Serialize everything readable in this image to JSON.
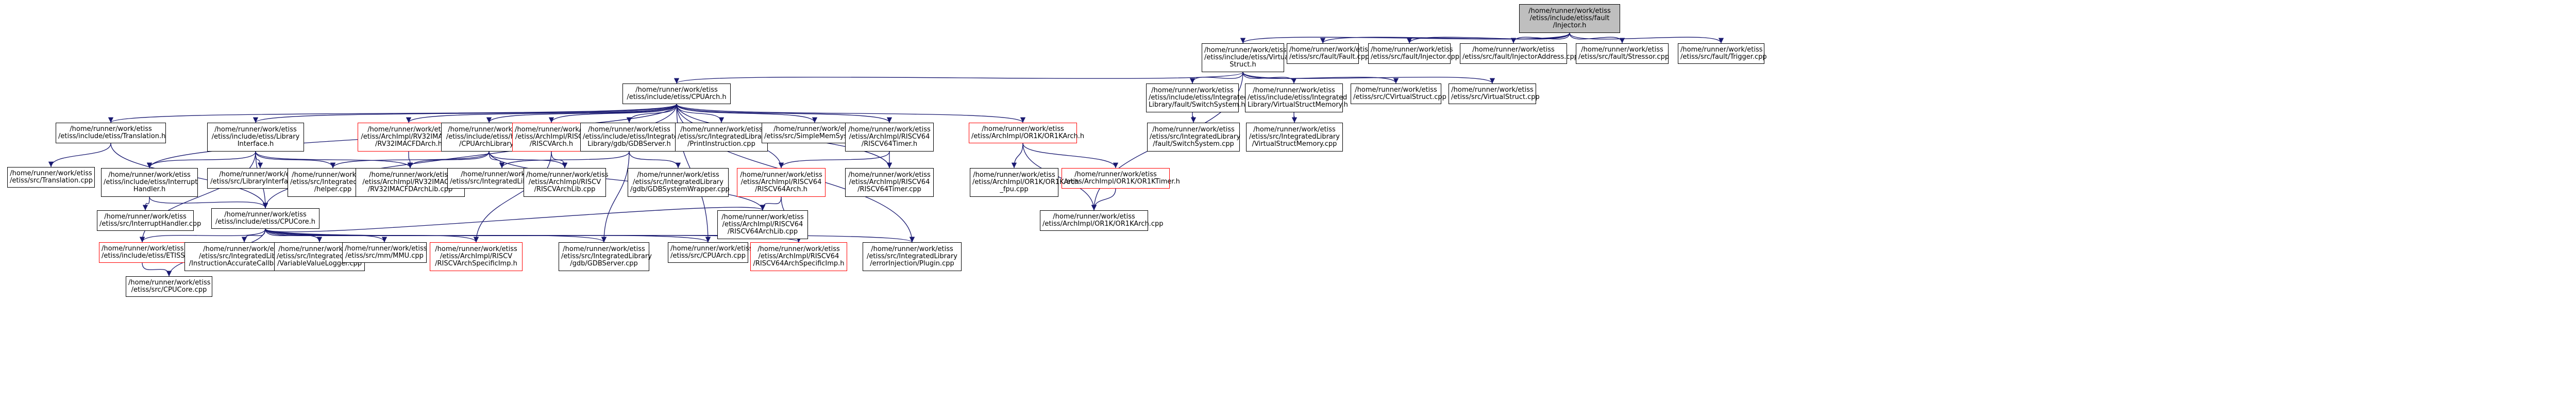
{
  "diagram": {
    "colors": {
      "edge": "#191970",
      "root_fill": "#bfbfbf",
      "highlight_border": "#ff0000",
      "border": "#000000"
    },
    "nodes": [
      {
        "id": "root",
        "lines": [
          "/home/runner/work/etiss",
          "/etiss/include/etiss/fault",
          "/Injector.h"
        ],
        "style": "root"
      },
      {
        "id": "vstruct_h",
        "lines": [
          "/home/runner/work/etiss",
          "/etiss/include/etiss/Virtual",
          "Struct.h"
        ]
      },
      {
        "id": "fault_cpp",
        "lines": [
          "/home/runner/work/etiss",
          "/etiss/src/fault/Fault.cpp"
        ]
      },
      {
        "id": "injector_cpp",
        "lines": [
          "/home/runner/work/etiss",
          "/etiss/src/fault/Injector.cpp"
        ]
      },
      {
        "id": "injaddr_cpp",
        "lines": [
          "/home/runner/work/etiss",
          "/etiss/src/fault/InjectorAddress.cpp"
        ]
      },
      {
        "id": "stressor_cpp",
        "lines": [
          "/home/runner/work/etiss",
          "/etiss/src/fault/Stressor.cpp"
        ]
      },
      {
        "id": "trigger_cpp",
        "lines": [
          "/home/runner/work/etiss",
          "/etiss/src/fault/Trigger.cpp"
        ]
      },
      {
        "id": "cpuarch_h",
        "lines": [
          "/home/runner/work/etiss",
          "/etiss/include/etiss/CPUArch.h"
        ]
      },
      {
        "id": "faultswitch_h",
        "lines": [
          "/home/runner/work/etiss",
          "/etiss/include/etiss/Integrated",
          "Library/fault/SwitchSystem.h"
        ]
      },
      {
        "id": "vsmem_h",
        "lines": [
          "/home/runner/work/etiss",
          "/etiss/include/etiss/Integrated",
          "Library/VirtualStructMemory.h"
        ]
      },
      {
        "id": "cvstruct_cpp",
        "lines": [
          "/home/runner/work/etiss",
          "/etiss/src/CVirtualStruct.cpp"
        ]
      },
      {
        "id": "vstruct_cpp",
        "lines": [
          "/home/runner/work/etiss",
          "/etiss/src/VirtualStruct.cpp"
        ]
      },
      {
        "id": "faultswitch_cpp",
        "lines": [
          "/home/runner/work/etiss",
          "/etiss/src/IntegratedLibrary",
          "/fault/SwitchSystem.cpp"
        ]
      },
      {
        "id": "vsmem_cpp",
        "lines": [
          "/home/runner/work/etiss",
          "/etiss/src/IntegratedLibrary",
          "/VirtualStructMemory.cpp"
        ]
      },
      {
        "id": "translation_h",
        "lines": [
          "/home/runner/work/etiss",
          "/etiss/include/etiss/Translation.h"
        ]
      },
      {
        "id": "libiface_h",
        "lines": [
          "/home/runner/work/etiss",
          "/etiss/include/etiss/Library",
          "Interface.h"
        ]
      },
      {
        "id": "rv32fd_h",
        "lines": [
          "/home/runner/work/etiss",
          "/etiss/ArchImpl/RV32IMACFD",
          "/RV32IMACFDArch.h"
        ],
        "style": "red"
      },
      {
        "id": "helper_h",
        "lines": [
          "/home/runner/work/etiss",
          "/etiss/include/etiss/helper",
          "/CPUArchLibrary.h"
        ]
      },
      {
        "id": "riscvarch_h",
        "lines": [
          "/home/runner/work/etiss",
          "/etiss/ArchImpl/RISCV",
          "/RISCVArch.h"
        ],
        "style": "red"
      },
      {
        "id": "gdbserver_h",
        "lines": [
          "/home/runner/work/etiss",
          "/etiss/include/etiss/Integrated",
          "Library/gdb/GDBServer.h"
        ]
      },
      {
        "id": "printinstr_cpp",
        "lines": [
          "/home/runner/work/etiss",
          "/etiss/src/IntegratedLibrary",
          "/PrintInstruction.cpp"
        ]
      },
      {
        "id": "simplemem_cpp",
        "lines": [
          "/home/runner/work/etiss",
          "/etiss/src/SimpleMemSystem.cpp"
        ]
      },
      {
        "id": "rv64timer_h",
        "lines": [
          "/home/runner/work/etiss",
          "/etiss/ArchImpl/RISCV64",
          "/RISCV64Timer.h"
        ]
      },
      {
        "id": "or1karch_h",
        "lines": [
          "/home/runner/work/etiss",
          "/etiss/ArchImpl/OR1K/OR1KArch.h"
        ],
        "style": "red"
      },
      {
        "id": "translation_cpp",
        "lines": [
          "/home/runner/work/etiss",
          "/etiss/src/Translation.cpp"
        ]
      },
      {
        "id": "interrupt_h",
        "lines": [
          "/home/runner/work/etiss",
          "/etiss/include/etiss/Interrupt",
          "Handler.h"
        ]
      },
      {
        "id": "libiface_cpp",
        "lines": [
          "/home/runner/work/etiss",
          "/etiss/src/LibraryInterface.cpp"
        ]
      },
      {
        "id": "helper_cpp",
        "lines": [
          "/home/runner/work/etiss",
          "/etiss/src/IntegratedLibrary",
          "/helper.cpp"
        ]
      },
      {
        "id": "rv32fdlib_cpp",
        "lines": [
          "/home/runner/work/etiss",
          "/etiss/ArchImpl/RV32IMACFD",
          "/RV32IMACFDArchLib.cpp"
        ]
      },
      {
        "id": "intlib_cpp",
        "lines": [
          "/home/runner/work/etiss",
          "/etiss/src/IntegratedLibrary.cpp"
        ]
      },
      {
        "id": "riscvlib_cpp",
        "lines": [
          "/home/runner/work/etiss",
          "/etiss/ArchImpl/RISCV",
          "/RISCVArchLib.cpp"
        ]
      },
      {
        "id": "gdbwrap_cpp",
        "lines": [
          "/home/runner/work/etiss",
          "/etiss/src/IntegratedLibrary",
          "/gdb/GDBSystemWrapper.cpp"
        ]
      },
      {
        "id": "rv64arch_h",
        "lines": [
          "/home/runner/work/etiss",
          "/etiss/ArchImpl/RISCV64",
          "/RISCV64Arch.h"
        ],
        "style": "red"
      },
      {
        "id": "rv64timer_cpp",
        "lines": [
          "/home/runner/work/etiss",
          "/etiss/ArchImpl/RISCV64",
          "/RISCV64Timer.cpp"
        ]
      },
      {
        "id": "or1ktimer_h",
        "lines": [
          "/home/runner/work/etiss",
          "/etiss/ArchImpl/OR1K/OR1KTimer.h"
        ],
        "style": "red"
      },
      {
        "id": "or1kgpu_cpp",
        "lines": [
          "/home/runner/work/etiss",
          "/etiss/ArchImpl/OR1K/OR1KArch",
          "_fpu.cpp"
        ]
      },
      {
        "id": "interrupt_cpp",
        "lines": [
          "/home/runner/work/etiss",
          "/etiss/src/InterruptHandler.cpp"
        ]
      },
      {
        "id": "rv64lib_cpp",
        "lines": [
          "/home/runner/work/etiss",
          "/etiss/ArchImpl/RISCV64",
          "/RISCV64ArchLib.cpp"
        ]
      },
      {
        "id": "cpucore_h",
        "lines": [
          "/home/runner/work/etiss",
          "/etiss/include/etiss/CPUCore.h"
        ]
      },
      {
        "id": "or1karch_cpp",
        "lines": [
          "/home/runner/work/etiss",
          "/etiss/ArchImpl/OR1K/OR1KArch.cpp"
        ]
      },
      {
        "id": "etiss_h",
        "lines": [
          "/home/runner/work/etiss",
          "/etiss/include/etiss/ETISS.h"
        ],
        "style": "red"
      },
      {
        "id": "instracc_cpp",
        "lines": [
          "/home/runner/work/etiss",
          "/etiss/src/IntegratedLibrary",
          "/InstructionAccurateCallback.cpp"
        ]
      },
      {
        "id": "varval_cpp",
        "lines": [
          "/home/runner/work/etiss",
          "/etiss/src/IntegratedLibrary",
          "/VariableValueLogger.cpp"
        ]
      },
      {
        "id": "mmu_cpp",
        "lines": [
          "/home/runner/work/etiss",
          "/etiss/src/mm/MMU.cpp"
        ]
      },
      {
        "id": "riscvspec_cpp",
        "lines": [
          "/home/runner/work/etiss",
          "/etiss/ArchImpl/RISCV",
          "/RISCVArchSpecificImp.h"
        ],
        "style": "red"
      },
      {
        "id": "gdbserver_cpp",
        "lines": [
          "/home/runner/work/etiss",
          "/etiss/src/IntegratedLibrary",
          "/gdb/GDBServer.cpp"
        ]
      },
      {
        "id": "cpuarch_cpp",
        "lines": [
          "/home/runner/work/etiss",
          "/etiss/src/CPUArch.cpp"
        ]
      },
      {
        "id": "rv64spec_h",
        "lines": [
          "/home/runner/work/etiss",
          "/etiss/ArchImpl/RISCV64",
          "/RISCV64ArchSpecificImp.h"
        ],
        "style": "red"
      },
      {
        "id": "errinj_cpp",
        "lines": [
          "/home/runner/work/etiss",
          "/etiss/src/IntegratedLibrary",
          "/errorInjection/Plugin.cpp"
        ]
      },
      {
        "id": "cpucore_cpp",
        "lines": [
          "/home/runner/work/etiss",
          "/etiss/src/CPUCore.cpp"
        ]
      }
    ],
    "edges": [
      [
        "root",
        "vstruct_h"
      ],
      [
        "root",
        "fault_cpp"
      ],
      [
        "root",
        "injector_cpp"
      ],
      [
        "root",
        "injaddr_cpp"
      ],
      [
        "root",
        "stressor_cpp"
      ],
      [
        "root",
        "trigger_cpp"
      ],
      [
        "vstruct_h",
        "cpuarch_h"
      ],
      [
        "vstruct_h",
        "faultswitch_h"
      ],
      [
        "vstruct_h",
        "vsmem_h"
      ],
      [
        "vstruct_h",
        "cvstruct_cpp"
      ],
      [
        "vstruct_h",
        "vstruct_cpp"
      ],
      [
        "vstruct_h",
        "or1karch_cpp"
      ],
      [
        "faultswitch_h",
        "faultswitch_cpp"
      ],
      [
        "vsmem_h",
        "vsmem_cpp"
      ],
      [
        "cpuarch_h",
        "translation_h"
      ],
      [
        "cpuarch_h",
        "libiface_h"
      ],
      [
        "cpuarch_h",
        "rv32fd_h"
      ],
      [
        "cpuarch_h",
        "helper_h"
      ],
      [
        "cpuarch_h",
        "riscvarch_h"
      ],
      [
        "cpuarch_h",
        "gdbserver_h"
      ],
      [
        "cpuarch_h",
        "printinstr_cpp"
      ],
      [
        "cpuarch_h",
        "simplemem_cpp"
      ],
      [
        "cpuarch_h",
        "rv64timer_h"
      ],
      [
        "cpuarch_h",
        "or1karch_h"
      ],
      [
        "cpuarch_h",
        "rv64arch_h"
      ],
      [
        "cpuarch_h",
        "cpucore_h"
      ],
      [
        "cpuarch_h",
        "interrupt_h"
      ],
      [
        "cpuarch_h",
        "cpuarch_cpp"
      ],
      [
        "cpuarch_h",
        "errinj_cpp"
      ],
      [
        "cpuarch_h",
        "rv64timer_cpp"
      ],
      [
        "translation_h",
        "translation_cpp"
      ],
      [
        "translation_h",
        "cpucore_h"
      ],
      [
        "libiface_h",
        "interrupt_h"
      ],
      [
        "libiface_h",
        "libiface_cpp"
      ],
      [
        "libiface_h",
        "helper_cpp"
      ],
      [
        "libiface_h",
        "rv32fdlib_cpp"
      ],
      [
        "libiface_h",
        "cpucore_h"
      ],
      [
        "libiface_h",
        "etiss_h"
      ],
      [
        "rv32fd_h",
        "rv32fdlib_cpp"
      ],
      [
        "helper_h",
        "helper_cpp"
      ],
      [
        "helper_h",
        "rv32fdlib_cpp"
      ],
      [
        "helper_h",
        "intlib_cpp"
      ],
      [
        "helper_h",
        "riscvlib_cpp"
      ],
      [
        "helper_h",
        "rv64lib_cpp"
      ],
      [
        "riscvarch_h",
        "riscvlib_cpp"
      ],
      [
        "riscvarch_h",
        "riscvspec_cpp"
      ],
      [
        "gdbserver_h",
        "intlib_cpp"
      ],
      [
        "gdbserver_h",
        "gdbwrap_cpp"
      ],
      [
        "gdbserver_h",
        "gdbserver_cpp"
      ],
      [
        "rv64timer_h",
        "rv64timer_cpp"
      ],
      [
        "rv64timer_h",
        "rv64arch_h"
      ],
      [
        "rv64arch_h",
        "rv64lib_cpp"
      ],
      [
        "rv64arch_h",
        "rv64spec_h"
      ],
      [
        "or1karch_h",
        "or1ktimer_h"
      ],
      [
        "or1karch_h",
        "or1kgpu_cpp"
      ],
      [
        "or1karch_h",
        "or1karch_cpp"
      ],
      [
        "or1ktimer_h",
        "or1karch_cpp"
      ],
      [
        "interrupt_h",
        "interrupt_cpp"
      ],
      [
        "interrupt_h",
        "cpucore_h"
      ],
      [
        "cpucore_h",
        "etiss_h"
      ],
      [
        "cpucore_h",
        "instracc_cpp"
      ],
      [
        "cpucore_h",
        "varval_cpp"
      ],
      [
        "cpucore_h",
        "mmu_cpp"
      ],
      [
        "cpucore_h",
        "riscvspec_cpp"
      ],
      [
        "cpucore_h",
        "gdbserver_cpp"
      ],
      [
        "cpucore_h",
        "cpuarch_cpp"
      ],
      [
        "cpucore_h",
        "rv64spec_h"
      ],
      [
        "cpucore_h",
        "errinj_cpp"
      ],
      [
        "cpucore_h",
        "cpucore_cpp"
      ],
      [
        "cpucore_h",
        "rv64lib_cpp"
      ],
      [
        "etiss_h",
        "cpucore_cpp"
      ]
    ]
  }
}
